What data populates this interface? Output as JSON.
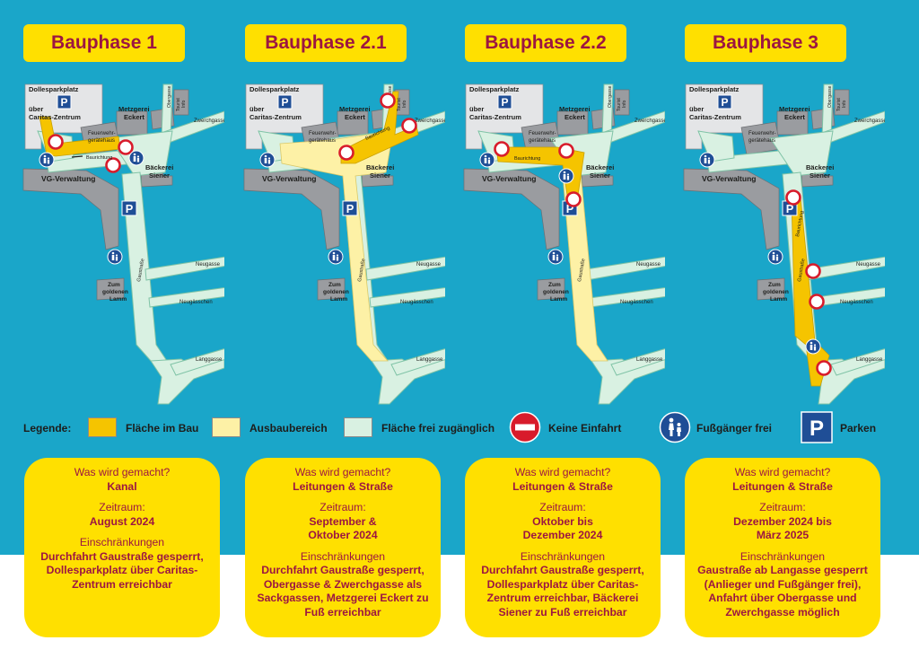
{
  "phases": [
    {
      "title": "Bauphase 1",
      "info": {
        "what_label": "Was wird gemacht?",
        "what": "Kanal",
        "time_label": "Zeitraum:",
        "time": "August 2024",
        "restrictions_label": "Einschränkungen",
        "restrictions": "Durchfahrt Gaustraße gesperrt, Dollesparkplatz über Caritas-Zentrum erreichbar"
      }
    },
    {
      "title": "Bauphase 2.1",
      "info": {
        "what_label": "Was wird gemacht?",
        "what": "Leitungen & Straße",
        "time_label": "Zeitraum:",
        "time": "September & Oktober 2024",
        "restrictions_label": "Einschränkungen",
        "restrictions": "Durchfahrt Gaustraße gesperrt, Obergasse & Zwerchgasse als Sackgassen, Metzgerei Eckert zu Fuß erreichbar"
      }
    },
    {
      "title": "Bauphase 2.2",
      "info": {
        "what_label": "Was wird gemacht?",
        "what": "Leitungen & Straße",
        "time_label": "Zeitraum:",
        "time": "Oktober bis Dezember 2024",
        "restrictions_label": "Einschränkungen",
        "restrictions": "Durchfahrt Gaustraße gesperrt, Dollesparkplatz über Caritas-Zentrum erreichbar, Bäckerei Siener zu Fuß erreichbar"
      }
    },
    {
      "title": "Bauphase 3",
      "info": {
        "what_label": "Was wird gemacht?",
        "what": "Leitungen & Straße",
        "time_label": "Zeitraum:",
        "time": "Dezember 2024 bis März 2025",
        "restrictions_label": "Einschränkungen",
        "restrictions": "Gaustraße ab Langasse gesperrt (Anlieger und Fußgänger frei), Anfahrt über Obergasse und Zwerchgasse möglich"
      }
    }
  ],
  "map_labels": {
    "dollesparkplatz": "Dollesparkplatz",
    "ueber": "über",
    "caritas": "Caritas-Zentrum",
    "metzgerei": "Metzgerei",
    "eckert": "Eckert",
    "feuerwehr1": "Feuerwehr-",
    "feuerwehr2": "gerätehaus",
    "baeckerei": "Bäckerei",
    "siener": "Siener",
    "vg": "VG-Verwaltung",
    "zum": "Zum",
    "goldenen": "goldenen",
    "lamm": "Lamm",
    "gaustrasse": "Gaustraße",
    "neugasse": "Neugasse",
    "neugaesschen": "Neugässchen",
    "langgasse": "Langgasse",
    "zwerchgasse": "Zwerchgasse",
    "obergasse": "Obergasse",
    "tourist1": "Tourist",
    "tourist2": "Info",
    "baurichtung": "Baurichtung",
    "parking_letter": "P"
  },
  "legend": {
    "title": "Legende:",
    "items": [
      {
        "label": "Fläche im Bau",
        "color": "#f5c400"
      },
      {
        "label": "Ausbaubereich",
        "color": "#fdf1a6"
      },
      {
        "label": "Fläche frei zugänglich",
        "color": "#d9f1e2"
      },
      {
        "label": "Keine Einfahrt"
      },
      {
        "label": "Fußgänger frei"
      },
      {
        "label": "Parken"
      }
    ]
  },
  "colors": {
    "background": "#1aa6c9",
    "title_box": "#ffe000",
    "title_text": "#9c1642",
    "building": "#e4e5e7",
    "vg_building": "#9a9ca0",
    "road_free": "#d9f1e2",
    "road_edge": "#7fc3a6",
    "construction": "#f5c400",
    "expansion": "#fdf1a6",
    "parking_blue": "#1f4e96",
    "no_entry_red": "#d81b2b"
  },
  "icons": [
    "no-entry-icon",
    "pedestrian-icon",
    "parking-icon",
    "arrow-icon"
  ]
}
